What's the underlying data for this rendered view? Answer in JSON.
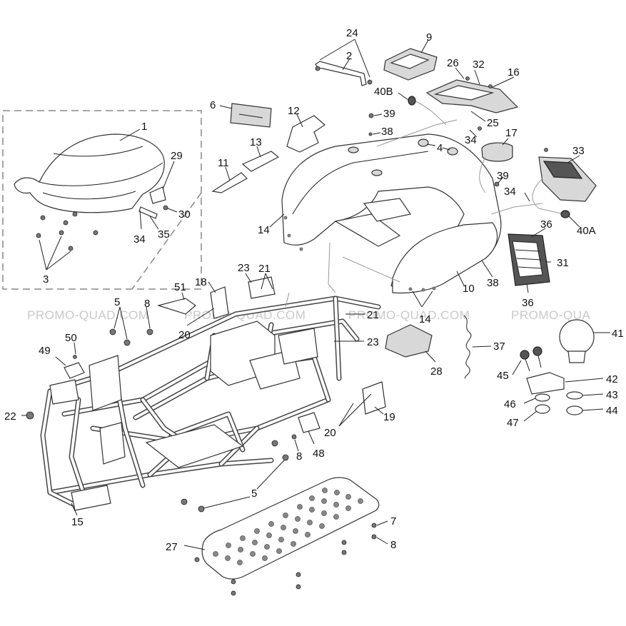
{
  "watermark": "PROMO-QUAD.COM",
  "watermark_clipped": "PROMO-QUA",
  "callouts": {
    "c1": "1",
    "c2": "2",
    "c3": "3",
    "c4": "4",
    "c5a": "5",
    "c5b": "5",
    "c6": "6",
    "c7": "7",
    "c8a": "8",
    "c8b": "8",
    "c8c": "8",
    "c9": "9",
    "c10": "10",
    "c11": "11",
    "c12": "12",
    "c13": "13",
    "c14a": "14",
    "c14b": "14",
    "c15": "15",
    "c16": "16",
    "c17": "17",
    "c18": "18",
    "c19": "19",
    "c20a": "20",
    "c20b": "20",
    "c21a": "21",
    "c21b": "21",
    "c22": "22",
    "c23a": "23",
    "c23b": "23",
    "c24": "24",
    "c25": "25",
    "c26": "26",
    "c27": "27",
    "c28": "28",
    "c29": "29",
    "c30": "30",
    "c31": "31",
    "c32": "32",
    "c33": "33",
    "c34a": "34",
    "c34b": "34",
    "c34c": "34",
    "c35": "35",
    "c36a": "36",
    "c36b": "36",
    "c37": "37",
    "c38a": "38",
    "c38b": "38",
    "c39a": "39",
    "c39b": "39",
    "c40a": "40A",
    "c40b": "40B",
    "c41": "41",
    "c42": "42",
    "c43": "43",
    "c44": "44",
    "c45": "45",
    "c46": "46",
    "c47": "47",
    "c48": "48",
    "c49": "49",
    "c50": "50",
    "c51": "51"
  }
}
